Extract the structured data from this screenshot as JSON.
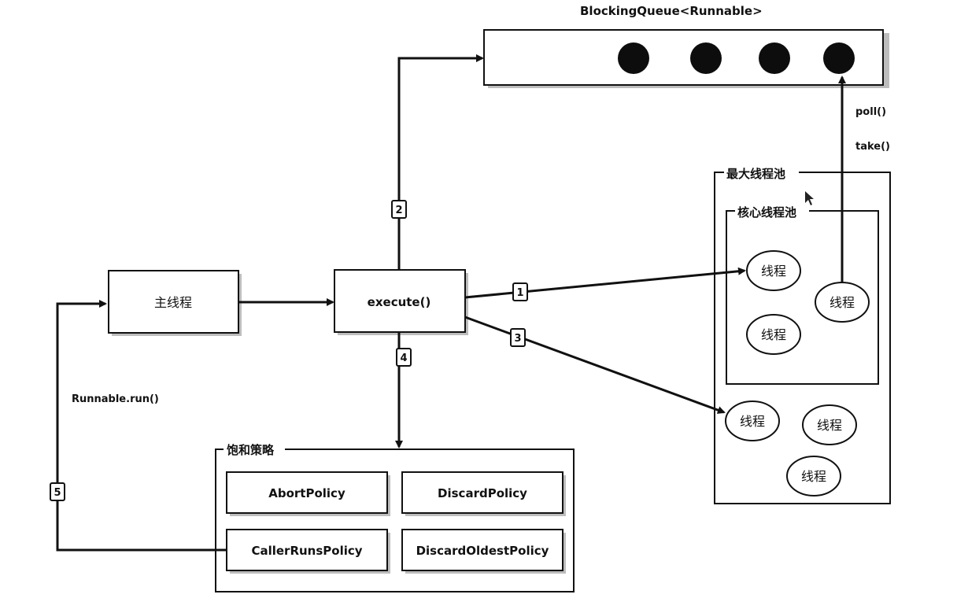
{
  "queue": {
    "title": "BlockingQueue<Runnable>",
    "poll_label": "poll()",
    "take_label": "take()"
  },
  "main_thread": {
    "label": "主线程"
  },
  "execute": {
    "label": "execute()"
  },
  "max_pool": {
    "title": "最大线程池",
    "thread_label": "线程"
  },
  "core_pool": {
    "title": "核心线程池",
    "thread_label": "线程"
  },
  "saturation": {
    "title": "饱和策略",
    "policies": [
      "AbortPolicy",
      "DiscardPolicy",
      "CallerRunsPolicy",
      "DiscardOldestPolicy"
    ]
  },
  "runnable_run": "Runnable.run()",
  "step_labels": [
    "1",
    "2",
    "3",
    "4",
    "5"
  ]
}
